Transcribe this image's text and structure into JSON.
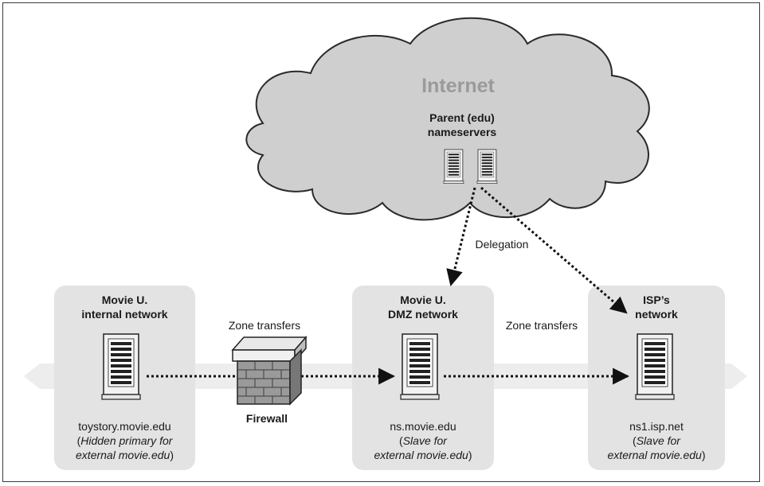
{
  "internet": {
    "title": "Internet",
    "parent_label_line1": "Parent (edu)",
    "parent_label_line2": "nameservers"
  },
  "delegation_label": "Delegation",
  "zone_transfers_left": "Zone transfers",
  "zone_transfers_right": "Zone transfers",
  "firewall_label": "Firewall",
  "networks": {
    "internal": {
      "title_line1": "Movie U.",
      "title_line2": "internal network",
      "host": "toystory.movie.edu",
      "note_line1": "Hidden primary for",
      "note_line2": "external movie.edu"
    },
    "dmz": {
      "title_line1": "Movie U.",
      "title_line2": "DMZ network",
      "host": "ns.movie.edu",
      "note_line1": "Slave for",
      "note_line2": "external movie.edu"
    },
    "isp": {
      "title_line1": "ISP’s",
      "title_line2": "network",
      "host": "ns1.isp.net",
      "note_line1": "Slave for",
      "note_line2": "external movie.edu"
    }
  }
}
